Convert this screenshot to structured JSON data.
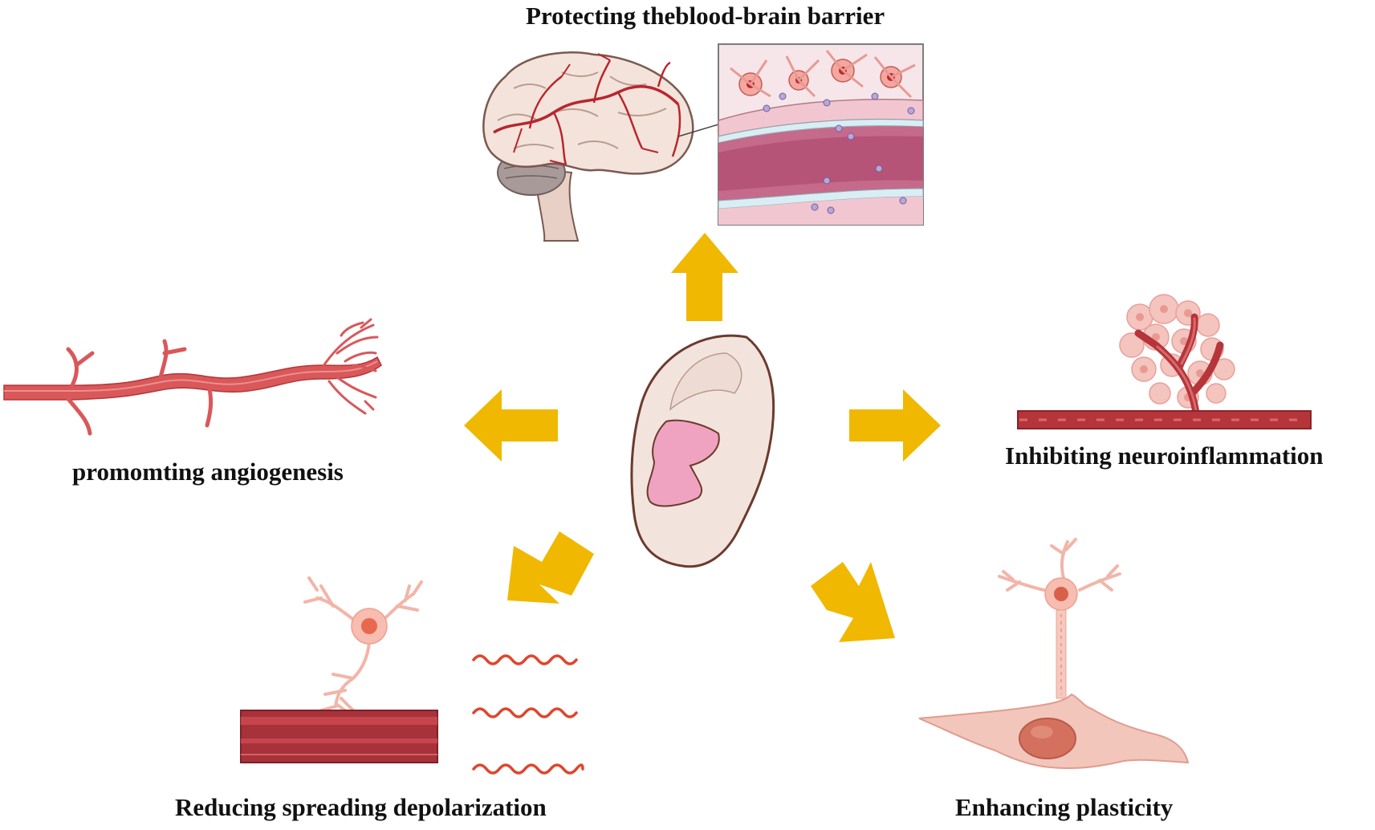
{
  "labels": {
    "top": "Protecting theblood-brain barrier",
    "left": "promomting angiogenesis",
    "right": "Inhibiting neuroinflammation",
    "bottom_left": "Reducing spreading depolarization",
    "bottom_right": "Enhancing plasticity"
  },
  "colors": {
    "arrow": "#F0B800",
    "vessel": "#B5353A",
    "vessel_light": "#D9585A",
    "skin": "#F2E4DC",
    "ear_pink": "#F0A3C0",
    "neuron": "#F2B5A8",
    "neuron_core": "#E8694F",
    "wave": "#E0452C"
  },
  "icons": [
    "brain-icon",
    "bbb-inset-icon",
    "ear-icon",
    "blood-vessel-branch-icon",
    "inflamed-vessel-icon",
    "neuron-on-vessel-icon",
    "wave-icon",
    "neuron-icon",
    "cell-icon"
  ]
}
